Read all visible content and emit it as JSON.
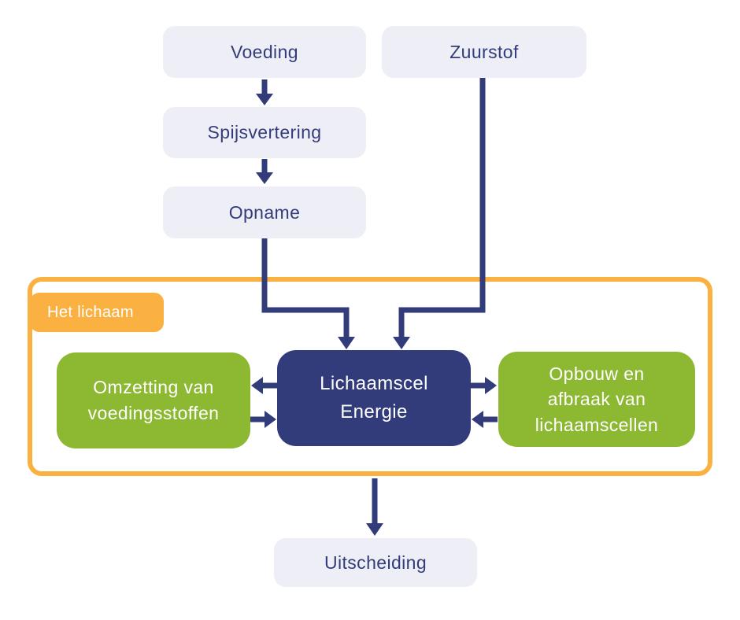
{
  "colors": {
    "navy": "#333c7a",
    "green": "#8db832",
    "orange": "#fbb042",
    "light": "#eeeff6",
    "white": "#ffffff",
    "bg": "#ffffff"
  },
  "container": {
    "label": "Het lichaam"
  },
  "nodes": {
    "voeding": {
      "label": "Voeding"
    },
    "zuurstof": {
      "label": "Zuurstof"
    },
    "spijsvertering": {
      "label": "Spijsvertering"
    },
    "opname": {
      "label": "Opname"
    },
    "lichaamscel": {
      "lines": [
        "Lichaamscel",
        "Energie"
      ]
    },
    "omzetting": {
      "lines": [
        "Omzetting van",
        "voedingsstoffen"
      ]
    },
    "opbouw": {
      "lines": [
        "Opbouw en",
        "afbraak van",
        "lichaamscellen"
      ]
    },
    "uitscheiding": {
      "label": "Uitscheiding"
    }
  }
}
